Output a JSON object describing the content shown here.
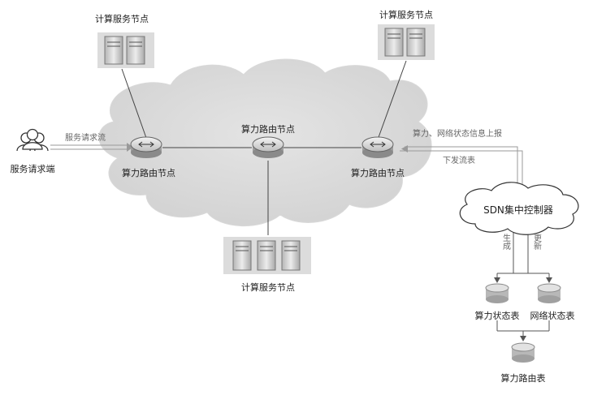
{
  "labels": {
    "compute_node_top_left": "计算服务节点",
    "compute_node_top_right": "计算服务节点",
    "compute_node_bottom": "计算服务节点",
    "router_left": "算力路由节点",
    "router_center": "算力路由节点",
    "router_right": "算力路由节点",
    "client": "服务请求端",
    "request_flow": "服务请求流",
    "report": "算力、网络状态信息上报",
    "flow_table": "下发流表",
    "controller": "SDN集中控制器",
    "generate": "生成",
    "update": "更新",
    "compute_state_table": "算力状态表",
    "network_state_table": "网络状态表",
    "routing_table": "算力路由表"
  }
}
